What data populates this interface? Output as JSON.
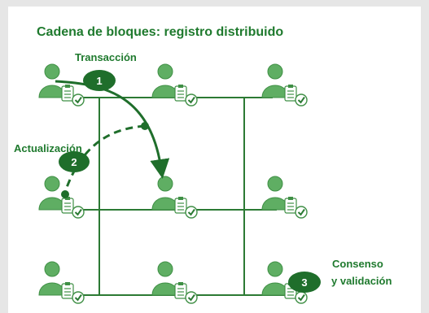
{
  "title": "Cadena de bloques: registro distribuido",
  "labels": {
    "transaction": "Transacción",
    "update": "Actualización",
    "consensus_line1": "Consenso",
    "consensus_line2": "y validación"
  },
  "steps": [
    "1",
    "2",
    "3"
  ],
  "nodes": [
    {
      "row": 1,
      "col": 1
    },
    {
      "row": 1,
      "col": 2
    },
    {
      "row": 1,
      "col": 3
    },
    {
      "row": 2,
      "col": 1
    },
    {
      "row": 2,
      "col": 2
    },
    {
      "row": 2,
      "col": 3
    },
    {
      "row": 3,
      "col": 1
    },
    {
      "row": 3,
      "col": 2
    },
    {
      "row": 3,
      "col": 3
    }
  ],
  "icon": "user-ledger-check-icon",
  "colors": {
    "accent": "#1f7a2e",
    "person": "#5fae63",
    "badge": "#1f6e2b",
    "background": "#e6e6e6",
    "panel": "#ffffff"
  }
}
